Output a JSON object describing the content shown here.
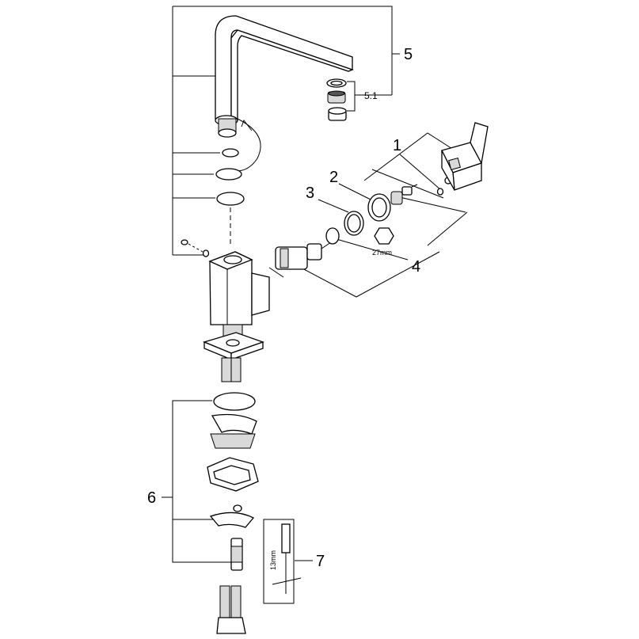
{
  "callouts": {
    "c1": "1",
    "c2": "2",
    "c3": "3",
    "c4": "4",
    "c5": "5",
    "c5_1": "5.1",
    "c6": "6",
    "c7": "7"
  },
  "dimensions": {
    "nut_size": "27mm",
    "tool_size": "13mm"
  }
}
